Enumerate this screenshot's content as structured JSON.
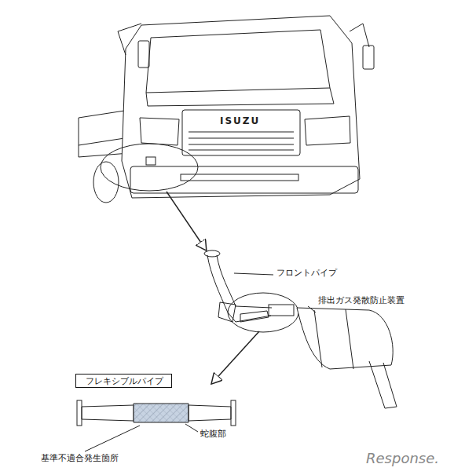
{
  "diagram": {
    "nodes": [
      {
        "text": [
          "フレキシブルパイプ"
        ]
      }
    ],
    "labels": [
      "ISUZU",
      "フロントパイプ",
      "排出ガス発散防止装置",
      "蛇腹部",
      "基準不適合発生箇所",
      "Response."
    ]
  }
}
